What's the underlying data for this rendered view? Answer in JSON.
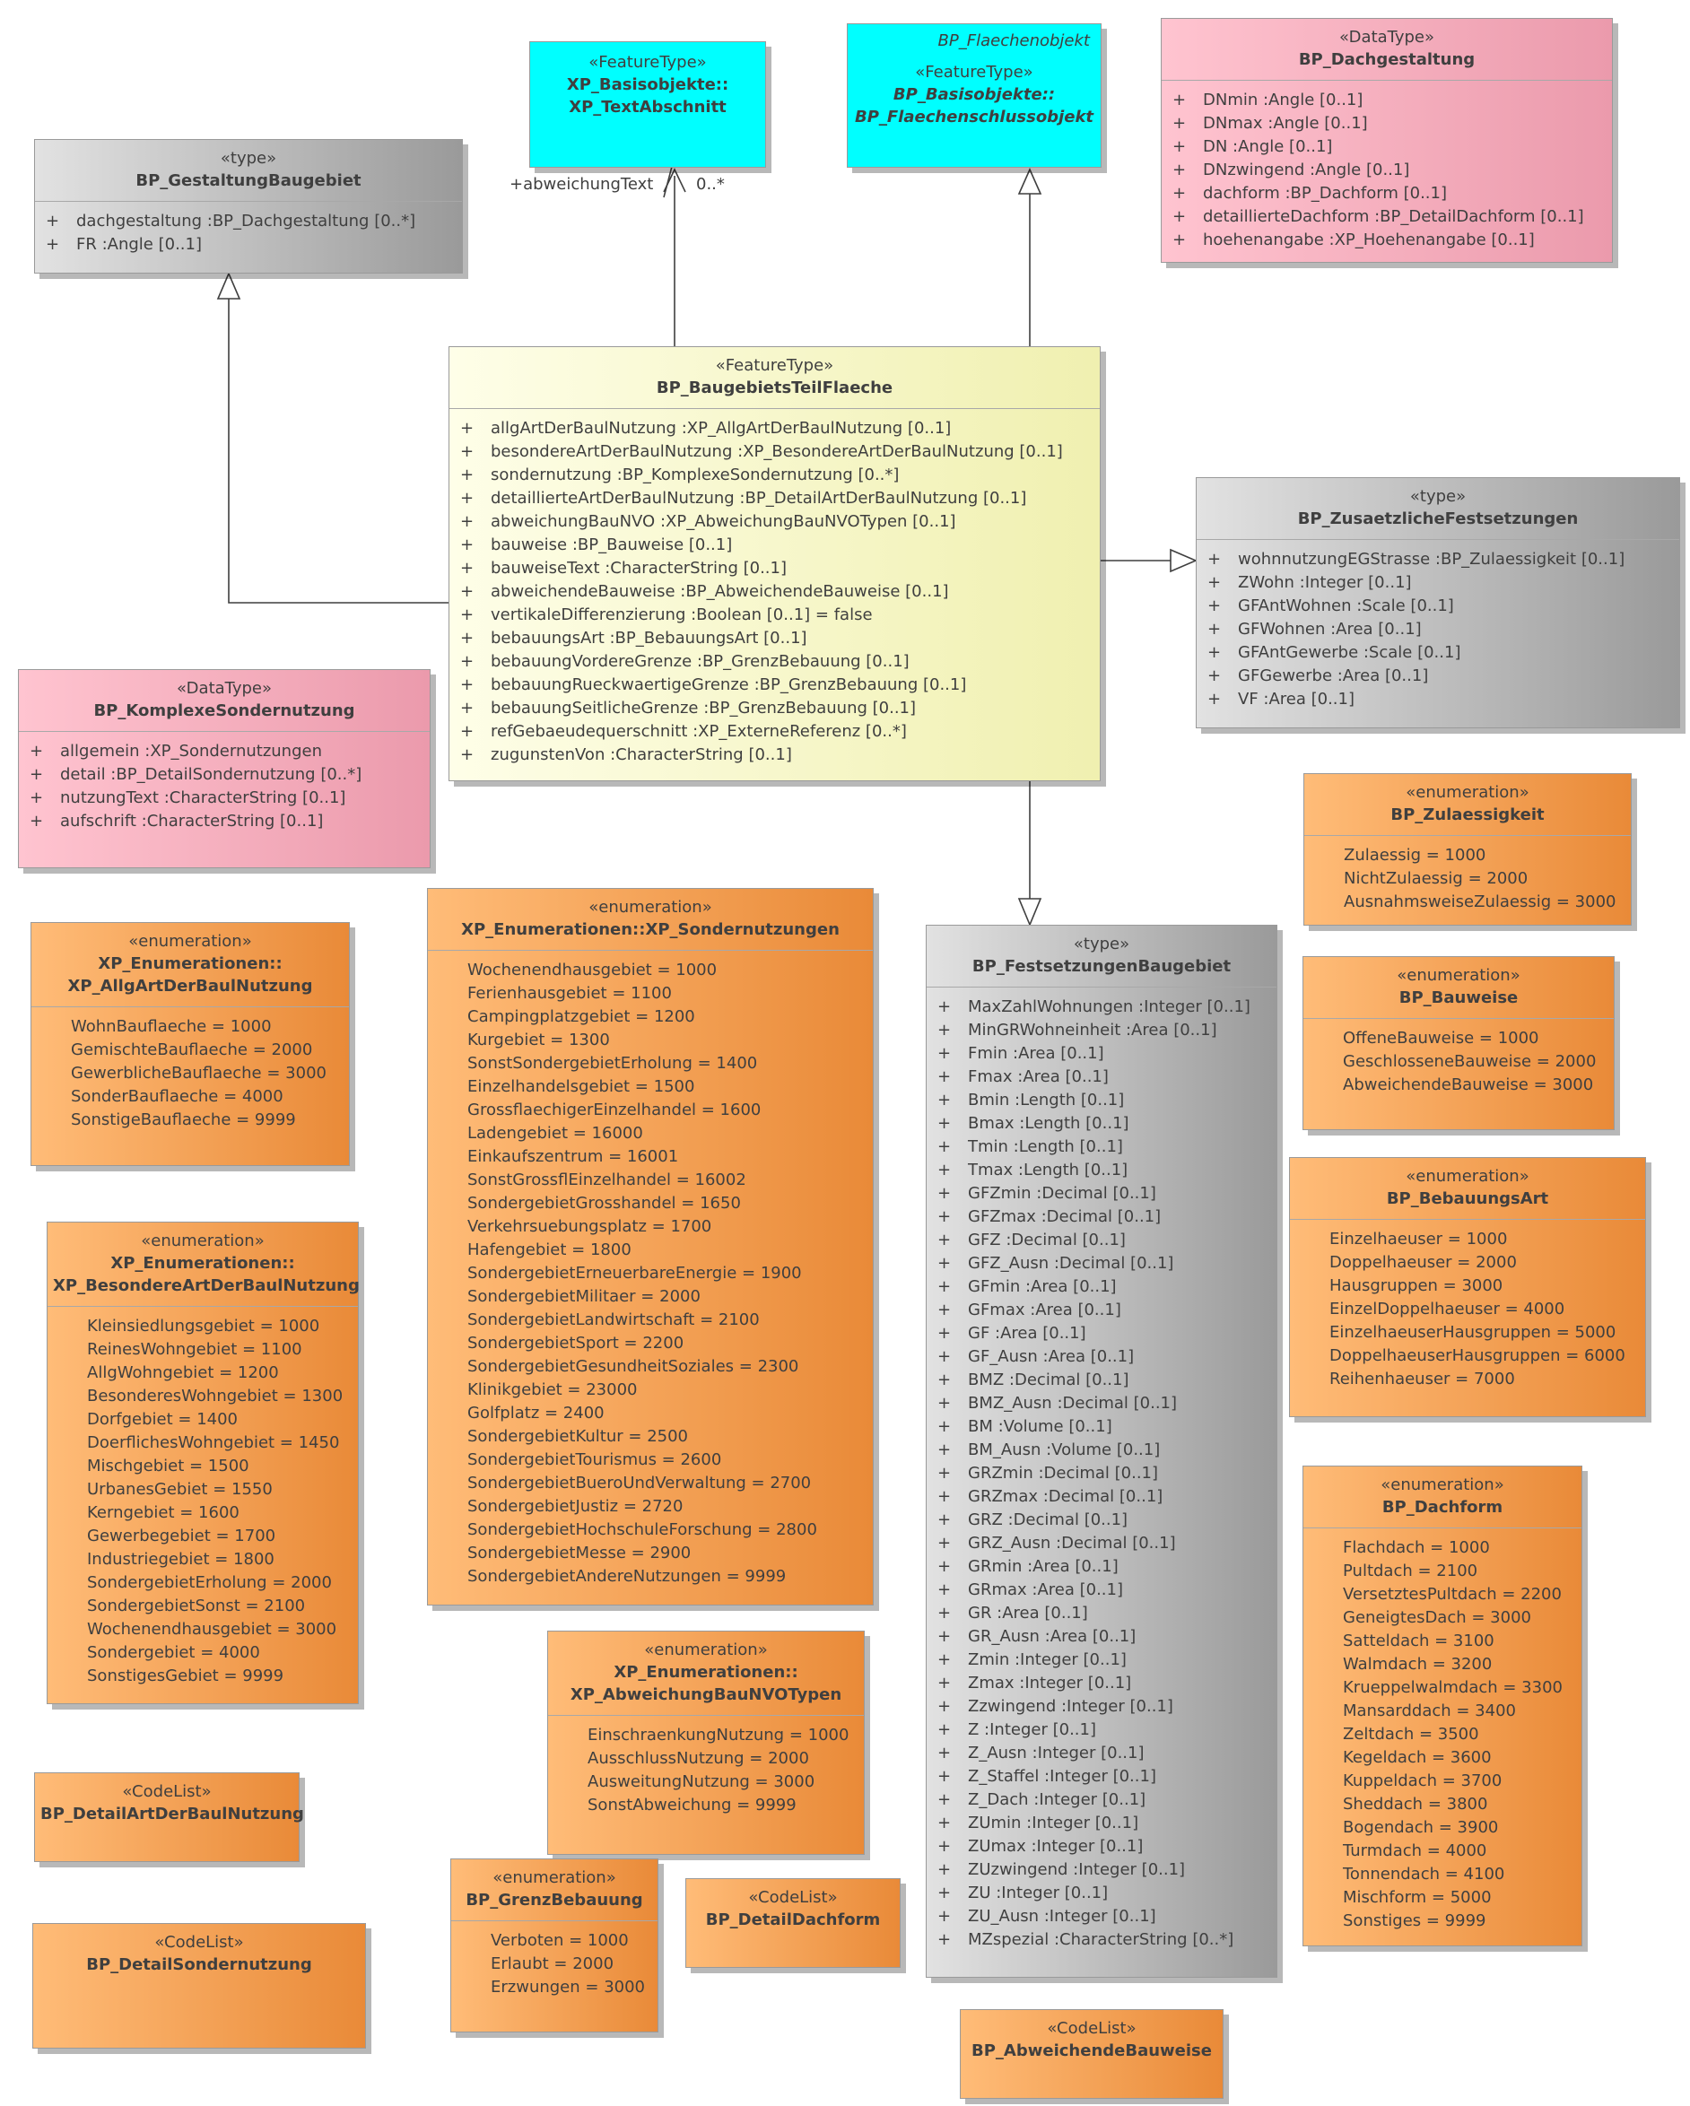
{
  "boxes": {
    "textabschnitt": {
      "stereotype": "«FeatureType»",
      "name": [
        "XP_Basisobjekte::",
        "XP_TextAbschnitt"
      ]
    },
    "flaechenschluss": {
      "subtitle": "BP_Flaechenobjekt",
      "stereotype": "«FeatureType»",
      "name": [
        "BP_Basisobjekte::",
        "BP_Flaechenschlussobjekt"
      ]
    },
    "dachgestaltung": {
      "stereotype": "«DataType»",
      "name": [
        "BP_Dachgestaltung"
      ],
      "vis": "+",
      "attributes": [
        "DNmin  :Angle [0..1]",
        "DNmax  :Angle [0..1]",
        "DN  :Angle [0..1]",
        "DNzwingend  :Angle [0..1]",
        "dachform  :BP_Dachform [0..1]",
        "detaillierteDachform  :BP_DetailDachform [0..1]",
        "hoehenangabe  :XP_Hoehenangabe [0..1]"
      ]
    },
    "gestaltung": {
      "stereotype": "«type»",
      "name": [
        "BP_GestaltungBaugebiet"
      ],
      "vis": "+",
      "attributes": [
        "dachgestaltung  :BP_Dachgestaltung [0..*]",
        "FR  :Angle [0..1]"
      ]
    },
    "teilflaeche": {
      "stereotype": "«FeatureType»",
      "name": [
        "BP_BaugebietsTeilFlaeche"
      ],
      "vis": "+",
      "attributes": [
        "allgArtDerBaulNutzung  :XP_AllgArtDerBaulNutzung [0..1]",
        "besondereArtDerBaulNutzung  :XP_BesondereArtDerBaulNutzung [0..1]",
        "sondernutzung  :BP_KomplexeSondernutzung [0..*]",
        "detaillierteArtDerBaulNutzung  :BP_DetailArtDerBaulNutzung [0..1]",
        "abweichungBauNVO  :XP_AbweichungBauNVOTypen [0..1]",
        "bauweise  :BP_Bauweise [0..1]",
        "bauweiseText  :CharacterString [0..1]",
        "abweichendeBauweise  :BP_AbweichendeBauweise [0..1]",
        "vertikaleDifferenzierung  :Boolean [0..1] = false",
        "bebauungsArt  :BP_BebauungsArt [0..1]",
        "bebauungVordereGrenze  :BP_GrenzBebauung [0..1]",
        "bebauungRueckwaertigeGrenze  :BP_GrenzBebauung [0..1]",
        "bebauungSeitlicheGrenze  :BP_GrenzBebauung [0..1]",
        "refGebaeudequerschnitt  :XP_ExterneReferenz [0..*]",
        "zugunstenVon  :CharacterString [0..1]"
      ]
    },
    "zusaetzlich": {
      "stereotype": "«type»",
      "name": [
        "BP_ZusaetzlicheFestsetzungen"
      ],
      "vis": "+",
      "attributes": [
        "wohnnutzungEGStrasse  :BP_Zulaessigkeit [0..1]",
        "ZWohn  :Integer [0..1]",
        "GFAntWohnen  :Scale [0..1]",
        "GFWohnen  :Area [0..1]",
        "GFAntGewerbe  :Scale [0..1]",
        "GFGewerbe  :Area [0..1]",
        "VF  :Area [0..1]"
      ]
    },
    "komplexe": {
      "stereotype": "«DataType»",
      "name": [
        "BP_KomplexeSondernutzung"
      ],
      "vis": "+",
      "attributes": [
        "allgemein  :XP_Sondernutzungen",
        "detail  :BP_DetailSondernutzung [0..*]",
        "nutzungText  :CharacterString [0..1]",
        "aufschrift  :CharacterString [0..1]"
      ]
    },
    "zulaessigkeit": {
      "stereotype": "«enumeration»",
      "name": [
        "BP_Zulaessigkeit"
      ],
      "literals": [
        "Zulaessig = 1000",
        "NichtZulaessig = 2000",
        "AusnahmsweiseZulaessig = 3000"
      ]
    },
    "allgart": {
      "stereotype": "«enumeration»",
      "name": [
        "XP_Enumerationen::",
        "XP_AllgArtDerBaulNutzung"
      ],
      "literals": [
        "WohnBauflaeche = 1000",
        "GemischteBauflaeche = 2000",
        "GewerblicheBauflaeche = 3000",
        "SonderBauflaeche = 4000",
        "SonstigeBauflaeche = 9999"
      ]
    },
    "sondernutzungen": {
      "stereotype": "«enumeration»",
      "name": [
        "XP_Enumerationen::XP_Sondernutzungen"
      ],
      "literals": [
        "Wochenendhausgebiet = 1000",
        "Ferienhausgebiet = 1100",
        "Campingplatzgebiet = 1200",
        "Kurgebiet = 1300",
        "SonstSondergebietErholung = 1400",
        "Einzelhandelsgebiet = 1500",
        "GrossflaechigerEinzelhandel = 1600",
        "Ladengebiet = 16000",
        "Einkaufszentrum = 16001",
        "SonstGrossflEinzelhandel = 16002",
        "SondergebietGrosshandel = 1650",
        "Verkehrsuebungsplatz = 1700",
        "Hafengebiet = 1800",
        "SondergebietErneuerbareEnergie = 1900",
        "SondergebietMilitaer = 2000",
        "SondergebietLandwirtschaft = 2100",
        "SondergebietSport = 2200",
        "SondergebietGesundheitSoziales = 2300",
        "Klinikgebiet = 23000",
        "Golfplatz = 2400",
        "SondergebietKultur = 2500",
        "SondergebietTourismus = 2600",
        "SondergebietBueroUndVerwaltung = 2700",
        "SondergebietJustiz = 2720",
        "SondergebietHochschuleForschung = 2800",
        "SondergebietMesse = 2900",
        "SondergebietAndereNutzungen = 9999"
      ]
    },
    "festsetzungen": {
      "stereotype": "«type»",
      "name": [
        "BP_FestsetzungenBaugebiet"
      ],
      "vis": "+",
      "attributes": [
        "MaxZahlWohnungen  :Integer [0..1]",
        "MinGRWohneinheit  :Area [0..1]",
        "Fmin  :Area [0..1]",
        "Fmax  :Area [0..1]",
        "Bmin  :Length [0..1]",
        "Bmax  :Length [0..1]",
        "Tmin  :Length [0..1]",
        "Tmax  :Length [0..1]",
        "GFZmin  :Decimal [0..1]",
        "GFZmax  :Decimal [0..1]",
        "GFZ  :Decimal [0..1]",
        "GFZ_Ausn  :Decimal [0..1]",
        "GFmin  :Area [0..1]",
        "GFmax  :Area [0..1]",
        "GF  :Area [0..1]",
        "GF_Ausn  :Area [0..1]",
        "BMZ  :Decimal [0..1]",
        "BMZ_Ausn  :Decimal [0..1]",
        "BM  :Volume [0..1]",
        "BM_Ausn  :Volume [0..1]",
        "GRZmin  :Decimal [0..1]",
        "GRZmax  :Decimal [0..1]",
        "GRZ  :Decimal [0..1]",
        "GRZ_Ausn  :Decimal [0..1]",
        "GRmin  :Area [0..1]",
        "GRmax  :Area [0..1]",
        "GR  :Area [0..1]",
        "GR_Ausn  :Area [0..1]",
        "Zmin  :Integer [0..1]",
        "Zmax  :Integer [0..1]",
        "Zzwingend  :Integer [0..1]",
        "Z  :Integer [0..1]",
        "Z_Ausn  :Integer [0..1]",
        "Z_Staffel  :Integer [0..1]",
        "Z_Dach  :Integer [0..1]",
        "ZUmin  :Integer [0..1]",
        "ZUmax  :Integer [0..1]",
        "ZUzwingend  :Integer [0..1]",
        "ZU  :Integer [0..1]",
        "ZU_Ausn  :Integer [0..1]",
        "MZspezial  :CharacterString [0..*]"
      ]
    },
    "bauweise": {
      "stereotype": "«enumeration»",
      "name": [
        "BP_Bauweise"
      ],
      "literals": [
        "OffeneBauweise = 1000",
        "GeschlosseneBauweise = 2000",
        "AbweichendeBauweise = 3000"
      ]
    },
    "bebauungsart": {
      "stereotype": "«enumeration»",
      "name": [
        "BP_BebauungsArt"
      ],
      "literals": [
        "Einzelhaeuser = 1000",
        "Doppelhaeuser = 2000",
        "Hausgruppen = 3000",
        "EinzelDoppelhaeuser = 4000",
        "EinzelhaeuserHausgruppen = 5000",
        "DoppelhaeuserHausgruppen = 6000",
        "Reihenhaeuser = 7000"
      ]
    },
    "besondereart": {
      "stereotype": "«enumeration»",
      "name": [
        "XP_Enumerationen::",
        "XP_BesondereArtDerBaulNutzung"
      ],
      "literals": [
        "Kleinsiedlungsgebiet = 1000",
        "ReinesWohngebiet = 1100",
        "AllgWohngebiet = 1200",
        "BesonderesWohngebiet = 1300",
        "Dorfgebiet = 1400",
        "DoerflichesWohngebiet = 1450",
        "Mischgebiet = 1500",
        "UrbanesGebiet = 1550",
        "Kerngebiet = 1600",
        "Gewerbegebiet = 1700",
        "Industriegebiet = 1800",
        "SondergebietErholung = 2000",
        "SondergebietSonst = 2100",
        "Wochenendhausgebiet = 3000",
        "Sondergebiet = 4000",
        "SonstigesGebiet = 9999"
      ]
    },
    "dachform": {
      "stereotype": "«enumeration»",
      "name": [
        "BP_Dachform"
      ],
      "literals": [
        "Flachdach = 1000",
        "Pultdach = 2100",
        "VersetztesPultdach = 2200",
        "GeneigtesDach = 3000",
        "Satteldach = 3100",
        "Walmdach = 3200",
        "Krueppelwalmdach = 3300",
        "Mansarddach = 3400",
        "Zeltdach = 3500",
        "Kegeldach = 3600",
        "Kuppeldach = 3700",
        "Sheddach = 3800",
        "Bogendach = 3900",
        "Turmdach = 4000",
        "Tonnendach = 4100",
        "Mischform = 5000",
        "Sonstiges = 9999"
      ]
    },
    "abweichung": {
      "stereotype": "«enumeration»",
      "name": [
        "XP_Enumerationen::",
        "XP_AbweichungBauNVOTypen"
      ],
      "literals": [
        "EinschraenkungNutzung = 1000",
        "AusschlussNutzung = 2000",
        "AusweitungNutzung = 3000",
        "SonstAbweichung = 9999"
      ]
    },
    "detailart": {
      "stereotype": "«CodeList»",
      "name": [
        "BP_DetailArtDerBaulNutzung"
      ]
    },
    "grenzbebauung": {
      "stereotype": "«enumeration»",
      "name": [
        "BP_GrenzBebauung"
      ],
      "literals": [
        "Verboten = 1000",
        "Erlaubt = 2000",
        "Erzwungen = 3000"
      ]
    },
    "detaildachform": {
      "stereotype": "«CodeList»",
      "name": [
        "BP_DetailDachform"
      ]
    },
    "detailsonder": {
      "stereotype": "«CodeList»",
      "name": [
        "BP_DetailSondernutzung"
      ]
    },
    "abweichendebauweise": {
      "stereotype": "«CodeList»",
      "name": [
        "BP_AbweichendeBauweise"
      ]
    }
  },
  "association": {
    "role": "+abweichungText",
    "multiplicity": "0..*"
  },
  "colors": {
    "featuretype": "#f0f0b0",
    "datatype": "#eb9aac",
    "type": "#9a9a9a",
    "enumeration": "#e98a38",
    "external": "#00ffff",
    "line": "#3f3f3f"
  }
}
